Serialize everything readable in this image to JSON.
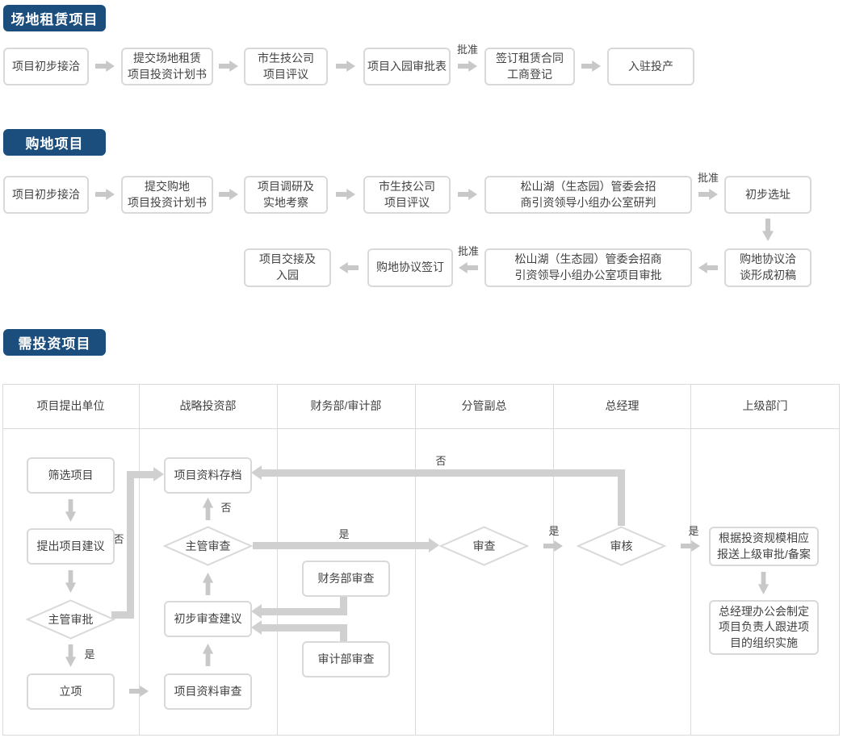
{
  "colors": {
    "accent": "#1c4e7d",
    "border": "#d9d9d9",
    "line": "#d0d0d0",
    "arrow": "#c8c8c8",
    "text": "#424242",
    "lane": "#dadada"
  },
  "s1": {
    "title": "场地租赁项目",
    "approve": "批准",
    "steps": [
      "项目初步接洽",
      "提交场地租赁\n项目投资计划书",
      "市生技公司\n项目评议",
      "项目入园审批表",
      "签订租赁合同\n工商登记",
      "入驻投产"
    ]
  },
  "s2": {
    "title": "购地项目",
    "approve": "批准",
    "row1": [
      "项目初步接洽",
      "提交购地\n项目投资计划书",
      "项目调研及\n实地考察",
      "市生技公司\n项目评议",
      "松山湖（生态园）管委会招\n商引资领导小组办公室研判",
      "初步选址"
    ],
    "row2": [
      "购地协议洽\n谈形成初稿",
      "松山湖（生态园）管委会招商\n引资领导小组办公室项目审批",
      "购地协议签订",
      "项目交接及\n入园"
    ]
  },
  "s3": {
    "title": "需投资项目",
    "yes": "是",
    "no": "否",
    "lanes": [
      "项目提出单位",
      "战略投资部",
      "财务部/审计部",
      "分管副总",
      "总经理",
      "上级部门"
    ],
    "nodes": {
      "screen": "筛选项目",
      "propose": "提出项目建议",
      "sup_approve": "主管审批",
      "lixiang": "立项",
      "archive": "项目资料存档",
      "sup_review": "主管审查",
      "prelim": "初步审查建议",
      "material": "项目资料审查",
      "finance": "财务部审查",
      "audit": "审计部审查",
      "vp": "审查",
      "gm": "审核",
      "report": "根据投资规模相应\n报送上级审批/备案",
      "implement": "总经理办公会制定\n项目负责人跟进项\n目的组织实施"
    }
  }
}
